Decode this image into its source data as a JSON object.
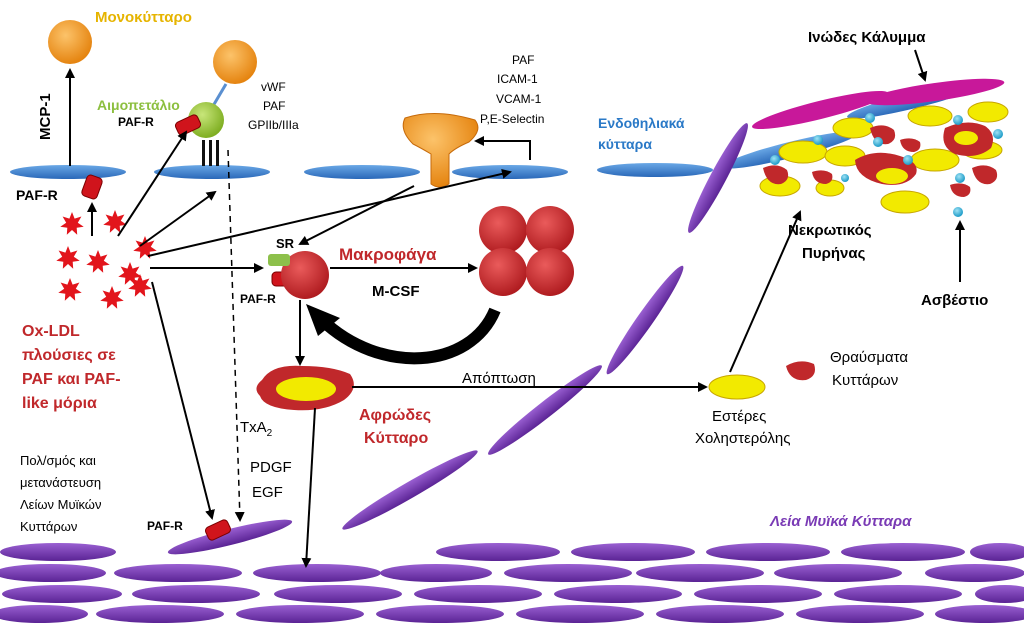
{
  "labels": {
    "monocyte": "Μονοκύτταρο",
    "platelet": "Αιμοπετάλιο",
    "mcp1": "MCP-1",
    "paf_r": "PAF-R",
    "vwf": "vWF",
    "paf": "PAF",
    "gp": "GPIIb/IIIa",
    "icam": "ICAM-1",
    "vcam": "VCAM-1",
    "selectin": "P,E-Selectin",
    "endothelial_1": "Ενδοθηλιακά",
    "endothelial_2": "κύτταρα",
    "fibrous_cap": "Ινώδες Κάλυμμα",
    "necrotic_1": "Νεκρωτικός",
    "necrotic_2": "Πυρήνας",
    "calcium": "Ασβέστιο",
    "sr": "SR",
    "macrophage": "Μακροφάγα",
    "mcsf": "M-CSF",
    "oxldl": [
      "Ox-LDL",
      "πλούσιες σε",
      "PAF και PAF-",
      "like μόρια"
    ],
    "apoptosis": "Απόπτωση",
    "foam_1": "Αφρώδες",
    "foam_2": "Κύτταρο",
    "ester_1": "Εστέρες",
    "ester_2": "Χοληστερόλης",
    "fragments_1": "Θραύσματα",
    "fragments_2": "Κυττάρων",
    "txa": "TxA",
    "txa_sub": "2",
    "pdgf": "PDGF",
    "egf": "EGF",
    "smc_prolif": [
      "Πολ/σμός και",
      "μετανάστευση",
      "Λείων Μυϊκών",
      "Κυττάρων"
    ],
    "smc": "Λεία Μυϊκά Κύτταρα"
  },
  "colors": {
    "endothelium": "#3c7fcf",
    "smooth_muscle": "#7a3bb5",
    "monocyte": "#f39a2b",
    "platelet": "#9bcb3b",
    "macrophage": "#c0282b",
    "receptor": "#d0141c",
    "yellow_label": "#e6b400",
    "green_label": "#8cbf3f",
    "blue_label": "#2a79c7",
    "red_label": "#c0282b",
    "purple_label": "#7a3bb5",
    "cap": "#c8189a",
    "calcium": "#3ab4d8",
    "lipid": "#f2ea00"
  }
}
